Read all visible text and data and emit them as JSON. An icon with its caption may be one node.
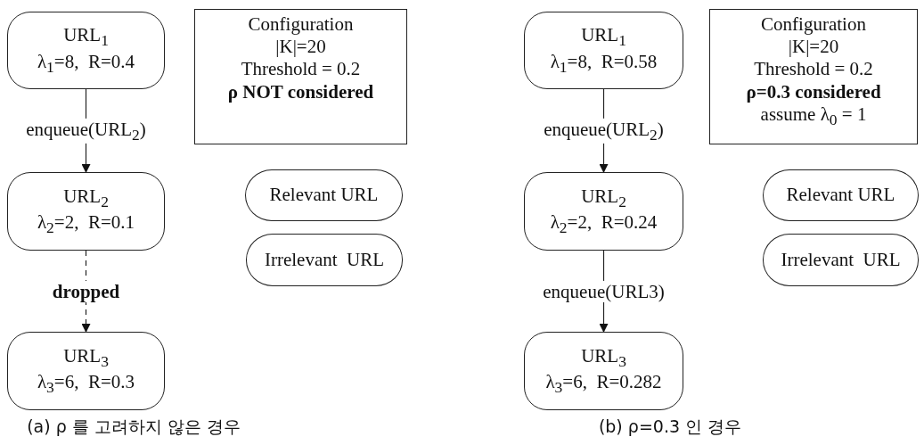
{
  "diagram": {
    "nodes": [
      {
        "text": [
          "URL$_{1}$",
          "λ$_{1}$=8,  R=0.4"
        ]
      },
      {
        "text": [
          "URL$_{2}$",
          "λ$_{2}$=2,  R=0.1"
        ]
      },
      {
        "text": [
          "URL$_{3}$",
          "λ$_{3}$=6,  R=0.3"
        ]
      },
      {
        "text": [
          "Configuration",
          "|K|=20",
          "Threshold = 0.2",
          "ρ NOT considered"
        ]
      },
      {
        "text": [
          "Relevant URL"
        ]
      },
      {
        "text": [
          "Irrelevant  URL"
        ]
      },
      {
        "text": [
          "URL$_{1}$",
          "λ$_{1}$=8,  R=0.58"
        ]
      },
      {
        "text": [
          "URL$_{2}$",
          "λ$_{2}$=2,  R=0.24"
        ]
      },
      {
        "text": [
          "URL$_{3}$",
          "λ$_{3}$=6,  R=0.282"
        ]
      },
      {
        "text": [
          "Configuration",
          "|K|=20",
          "Threshold = 0.2",
          "ρ=0.3 considered",
          "assume λ$_{0}$ = 1"
        ]
      },
      {
        "text": [
          "Relevant URL"
        ]
      },
      {
        "text": [
          "Irrelevant  URL"
        ]
      }
    ],
    "edges": [
      {
        "from": 0,
        "to": 1,
        "arrow": "to",
        "label": "enqueue(URL$_{2}$)"
      },
      {
        "from": 1,
        "to": 2,
        "arrow": "to",
        "label": "dropped",
        "style": "dashed"
      },
      {
        "from": 6,
        "to": 7,
        "arrow": "to",
        "label": "enqueue(URL$_{2}$)"
      },
      {
        "from": 7,
        "to": 8,
        "arrow": "to",
        "label": "enqueue(URL3)"
      }
    ],
    "labels": [
      "(a) ρ 를 고려하지 않은 경우",
      "(b) ρ=0.3 인 경우"
    ]
  }
}
